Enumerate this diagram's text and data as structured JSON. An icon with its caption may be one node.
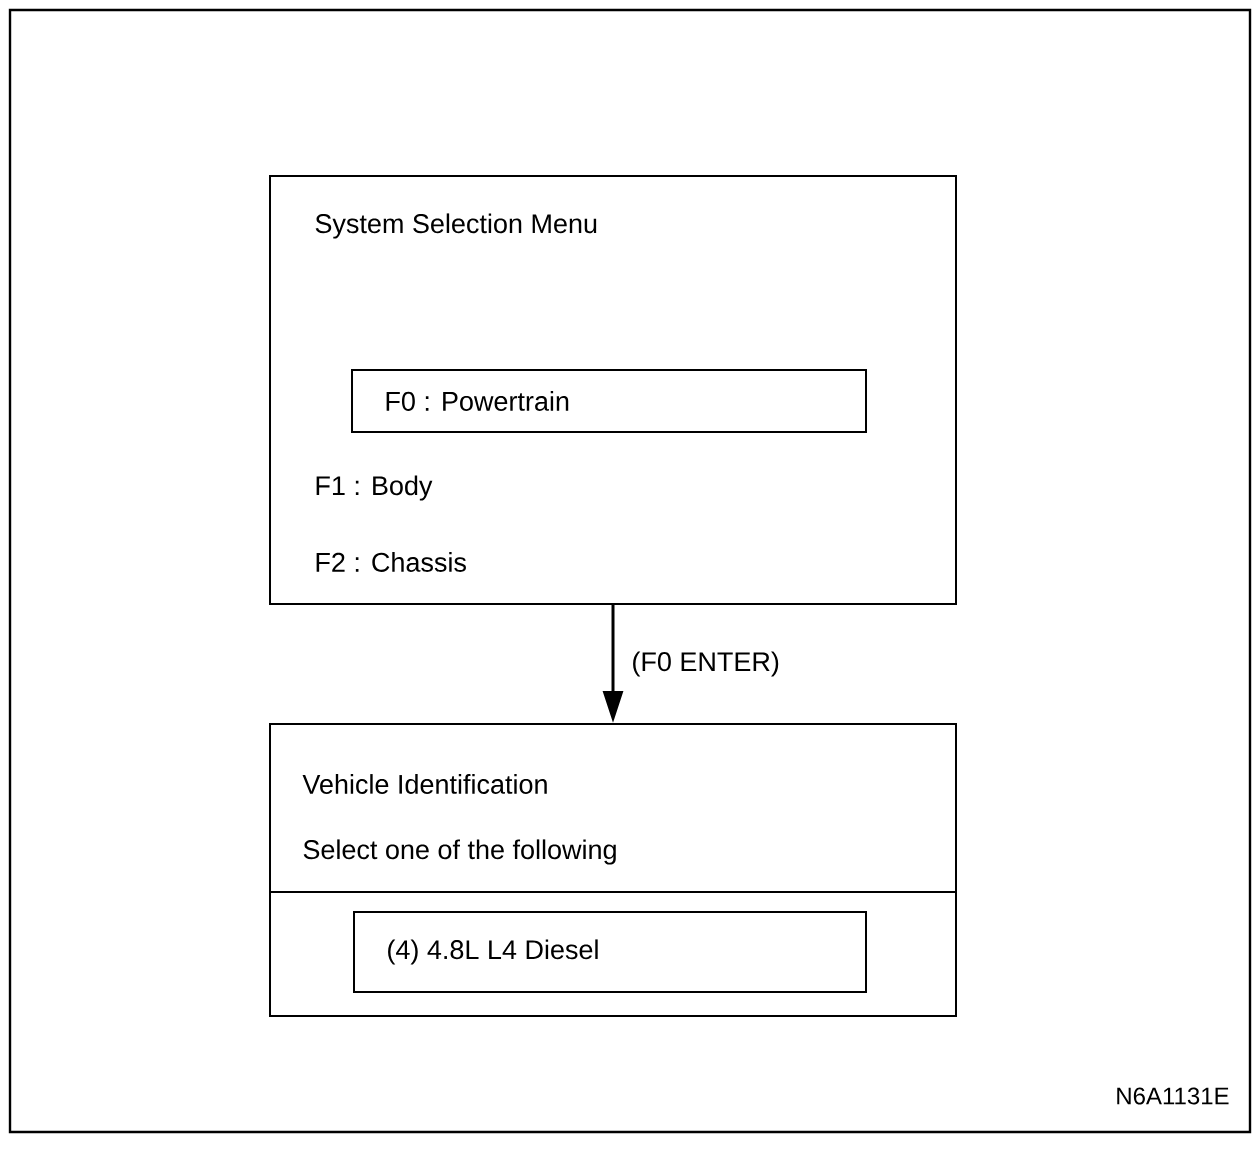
{
  "diagram": {
    "nodes": [
      {
        "text": [
          "System Selection Menu",
          "F1 : Body",
          "F2 : Chassis"
        ]
      },
      {
        "text": [
          "F0 : Powertrain"
        ],
        "in": 0
      },
      {
        "text": [
          "Vehicle Identification",
          "Select one of the following"
        ]
      },
      {
        "text": [
          "(4) 4.8L  L4  Diesel"
        ],
        "in": 2
      }
    ],
    "edges": [
      {
        "from": 0,
        "to": 2,
        "arrow": "to",
        "label": "(F0 ENTER)"
      }
    ],
    "labels": [
      "N6A1131E"
    ]
  }
}
